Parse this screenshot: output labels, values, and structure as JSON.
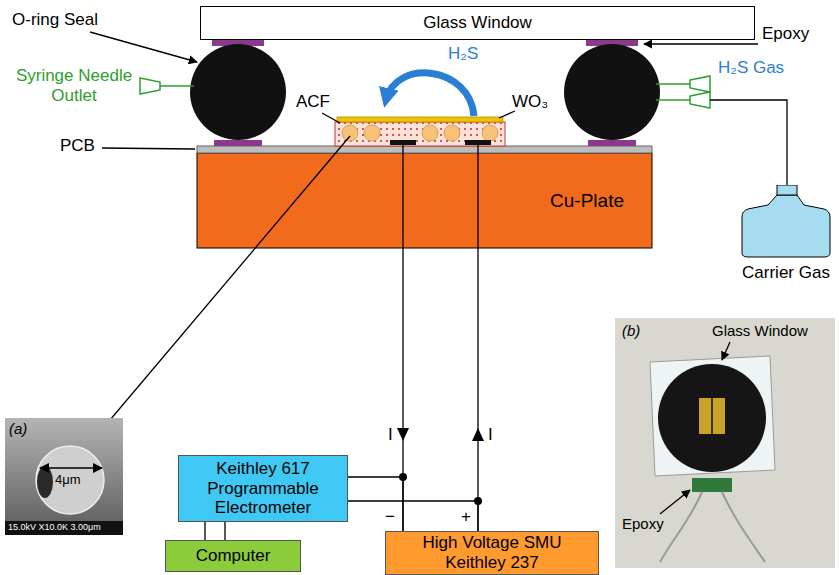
{
  "diagram": {
    "nodes": [
      {
        "text": [
          "Glass Window"
        ]
      },
      {
        "text": [
          "Cu-Plate"
        ]
      },
      {
        "text": [
          "Carrier Gas"
        ]
      },
      {
        "text": [
          "Keithley 617 Programmable Electrometer"
        ]
      },
      {
        "text": [
          "Computer"
        ]
      },
      {
        "text": [
          "High Voltage SMU Keithley 237"
        ]
      }
    ],
    "edges": [
      {
        "from": 3,
        "to": 4,
        "arrow": "none"
      },
      {
        "from": 3,
        "to": 5,
        "arrow": "none"
      }
    ],
    "labels": [
      "O-ring Seal",
      "Epoxy",
      "Syringe Needle Outlet",
      "ACF",
      "H₂S",
      "WO₃",
      "H₂S Gas",
      "PCB",
      "I",
      "I",
      "−",
      "+",
      "(a)",
      "4μm",
      "15.0kV X10.0K 3.00μm",
      "(b)",
      "Glass Window",
      "Epoxy"
    ]
  }
}
